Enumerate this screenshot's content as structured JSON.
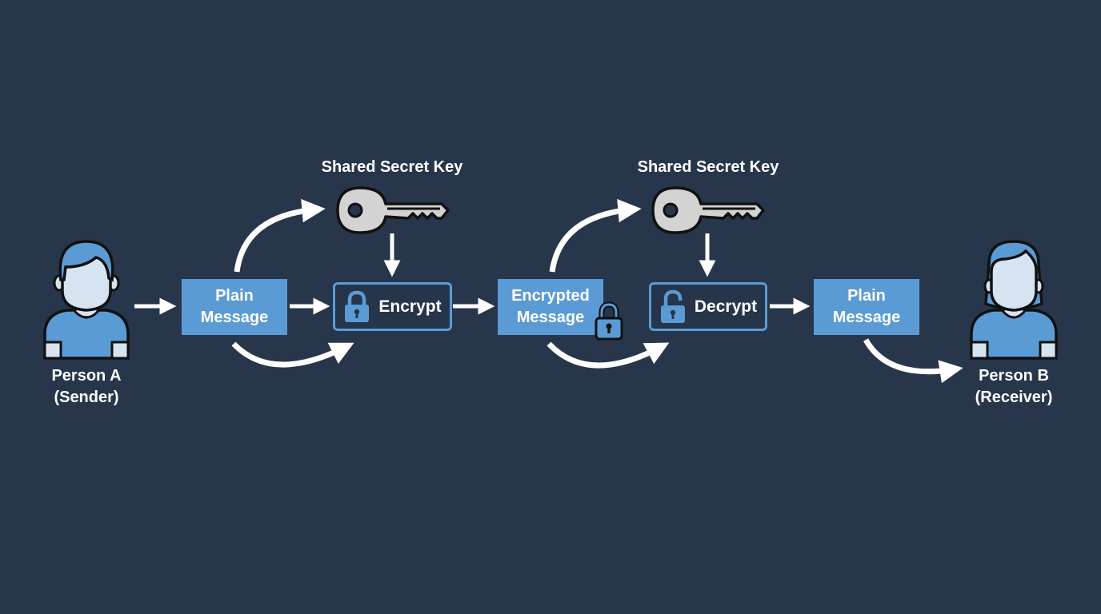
{
  "colors": {
    "background": "#27364b",
    "box_fill": "#5b9bd5",
    "operation_border": "#5b9bd5",
    "arrow": "#ffffff",
    "key_fill": "#d3d3d3"
  },
  "sender": {
    "icon": "person-male-icon",
    "name": "Person A",
    "role": "(Sender)"
  },
  "receiver": {
    "icon": "person-female-icon",
    "name": "Person B",
    "role": "(Receiver)"
  },
  "key_left": {
    "icon": "key-icon",
    "label": "Shared Secret Key"
  },
  "key_right": {
    "icon": "key-icon",
    "label": "Shared Secret Key"
  },
  "plain_message_left": {
    "line1": "Plain",
    "line2": "Message"
  },
  "encrypt": {
    "icon": "lock-closed-icon",
    "label": "Encrypt"
  },
  "encrypted_message": {
    "line1": "Encrypted",
    "line2": "Message",
    "icon": "lock-closed-icon"
  },
  "decrypt": {
    "icon": "lock-open-icon",
    "label": "Decrypt"
  },
  "plain_message_right": {
    "line1": "Plain",
    "line2": "Message"
  }
}
